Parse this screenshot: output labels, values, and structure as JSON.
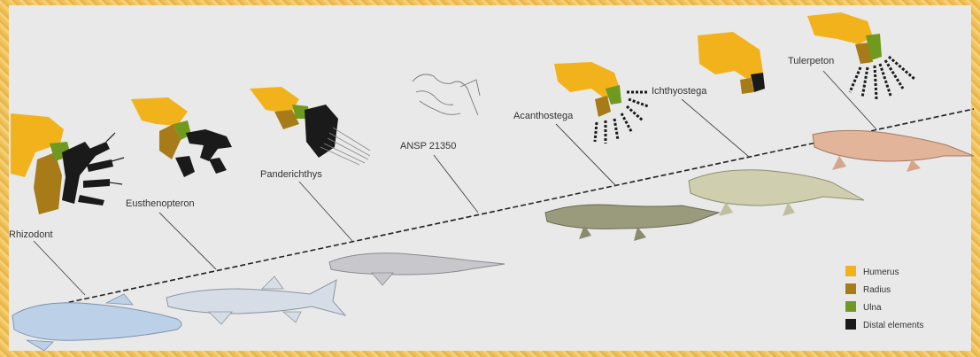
{
  "taxa": [
    {
      "id": "rhizodont",
      "label": "Rhizodont"
    },
    {
      "id": "eusthenopteron",
      "label": "Eusthenopteron"
    },
    {
      "id": "panderichthys",
      "label": "Panderichthys"
    },
    {
      "id": "ansp",
      "label": "ANSP 21350"
    },
    {
      "id": "acanthostega",
      "label": "Acanthostega"
    },
    {
      "id": "ichthyostega",
      "label": "Ichthyostega"
    },
    {
      "id": "tulerpeton",
      "label": "Tulerpeton"
    }
  ],
  "legend": {
    "items": [
      {
        "label": "Humerus",
        "color": "#f2b21c"
      },
      {
        "label": "Radius",
        "color": "#a77b17"
      },
      {
        "label": "Ulna",
        "color": "#6f9a1f"
      },
      {
        "label": "Distal elements",
        "color": "#1a1a1a"
      }
    ]
  },
  "colors": {
    "humerus": "#f2b21c",
    "radius": "#a77b17",
    "ulna": "#6f9a1f",
    "distal": "#1a1a1a",
    "fish_blue": "#bcd0e8",
    "fish_grey": "#b9c0c4",
    "tetrapod_olive": "#9a9a7c",
    "tetrapod_pale": "#cfcfb0",
    "tetrapod_pink": "#e2b49a"
  }
}
